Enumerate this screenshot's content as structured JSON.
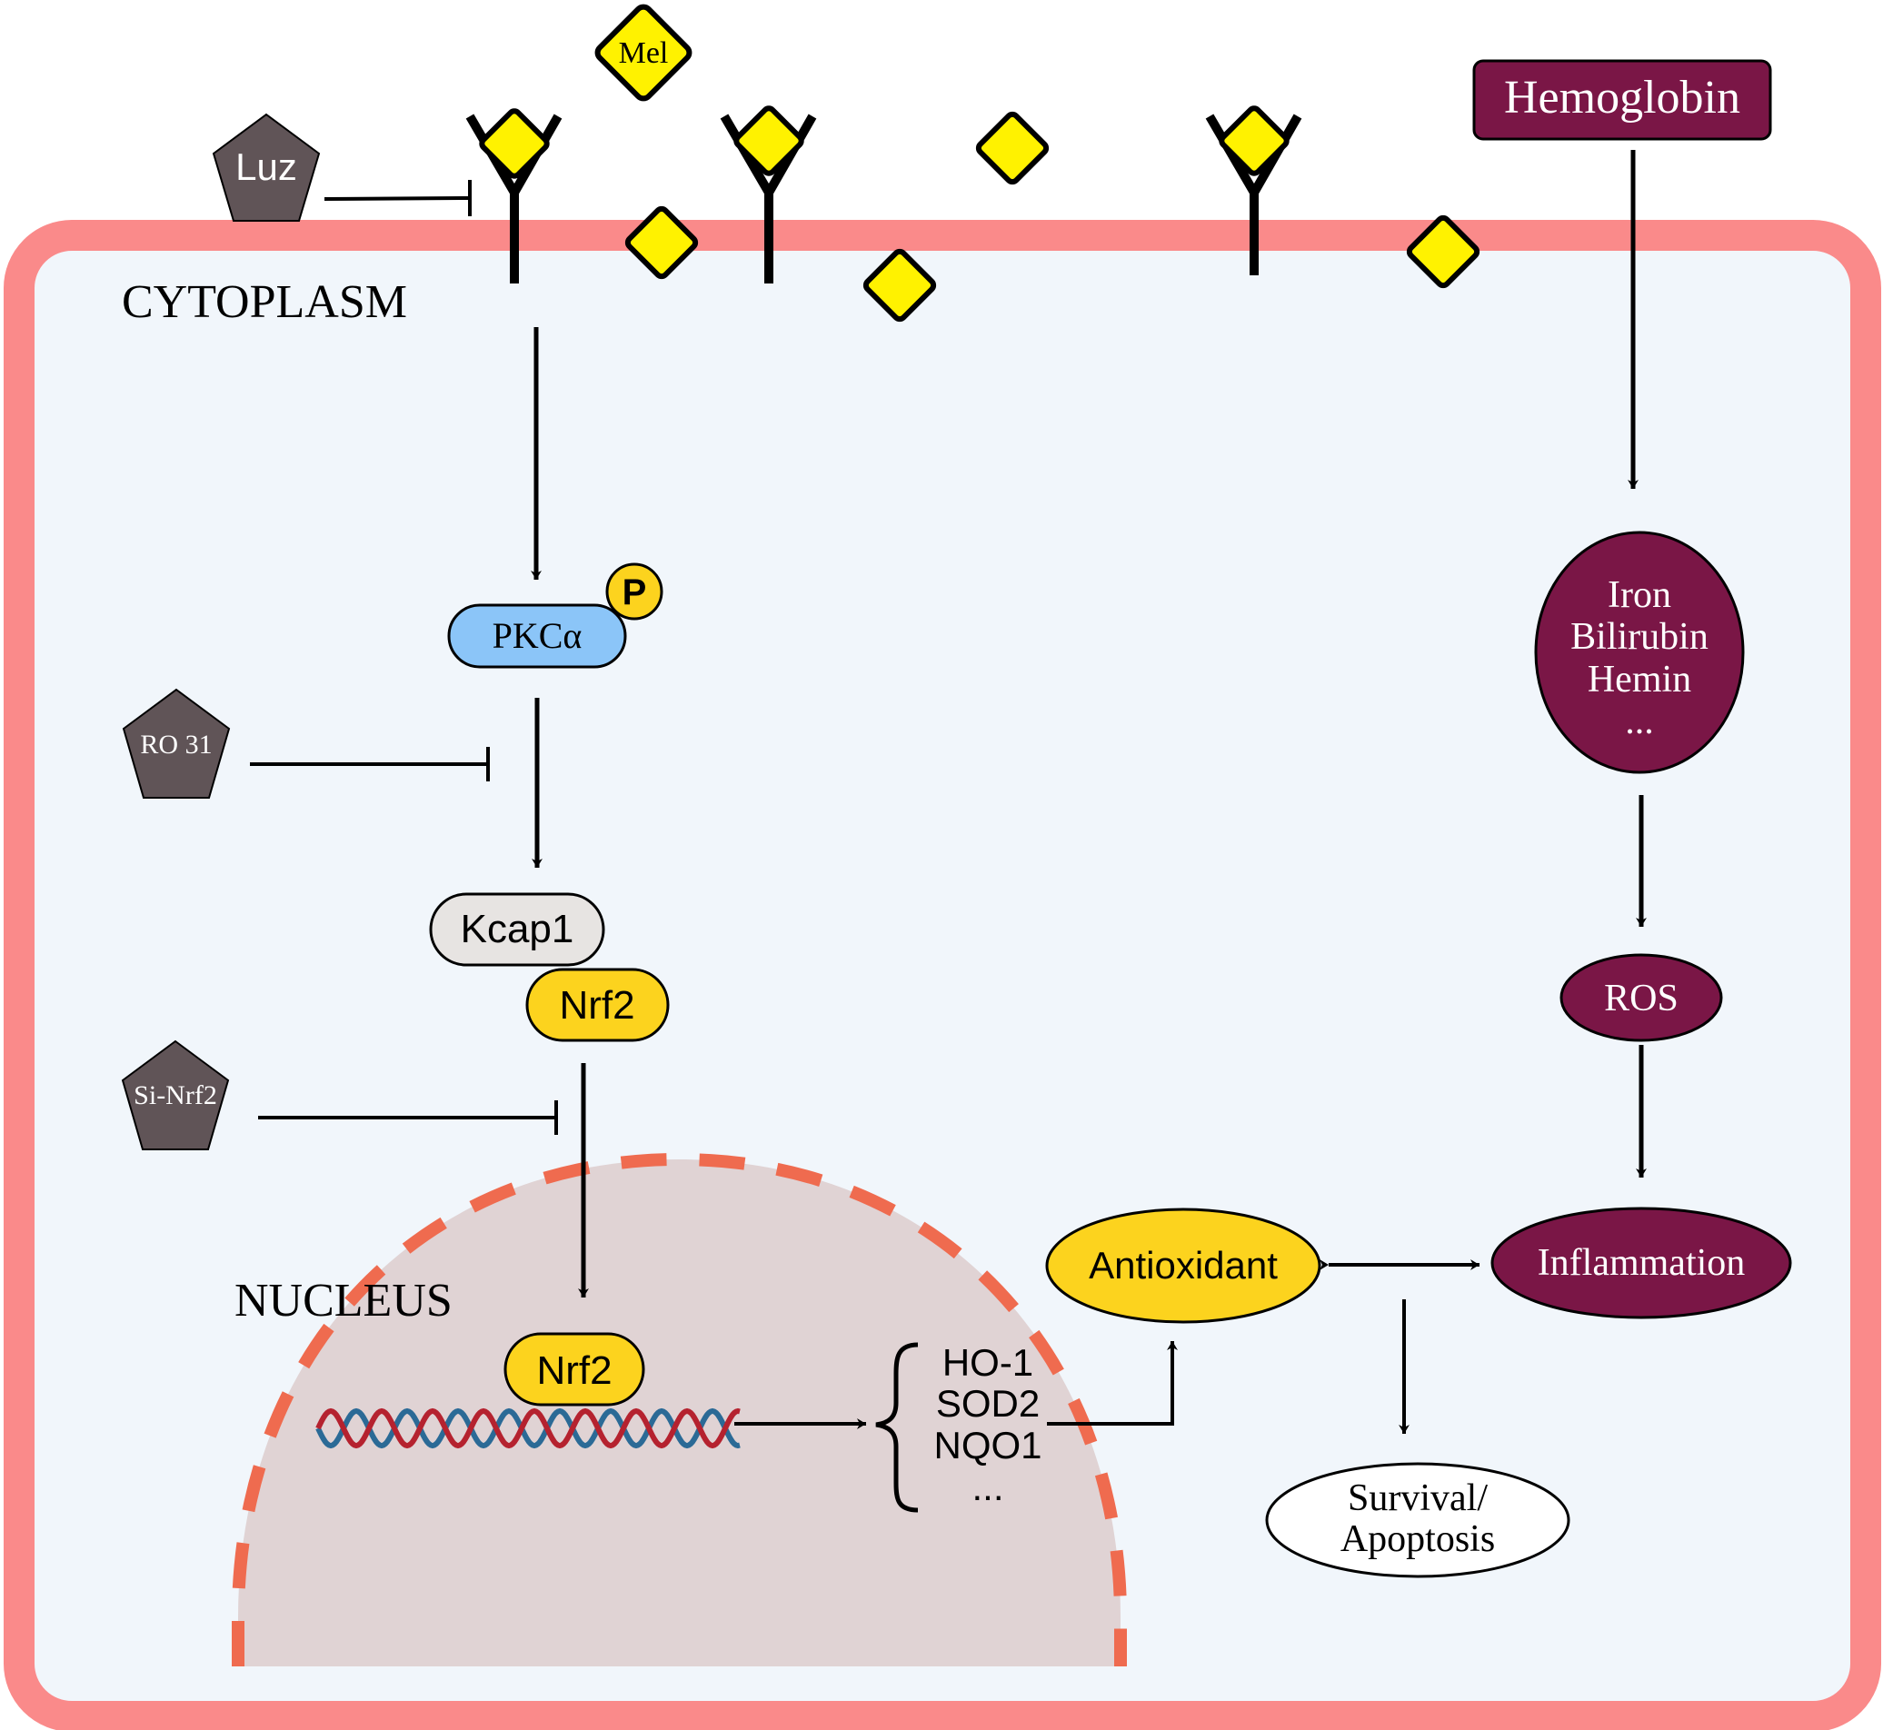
{
  "labels": {
    "ligand": "Mel",
    "luz": "Luz",
    "hemoglobin": "Hemoglobin",
    "cytoplasm": "CYTOPLASM",
    "pkc": "PKCα",
    "phospho": "P",
    "ro31": "RO 31",
    "kcap1": "Kcap1",
    "nrf2_cyto": "Nrf2",
    "si_nrf2": "Si-Nrf2",
    "nucleus": "NUCLEUS",
    "nrf2_nuc": "Nrf2",
    "genes": [
      "HO-1",
      "SOD2",
      "NQO1",
      "..."
    ],
    "antioxidant": "Antioxidant",
    "inflammation": "Inflammation",
    "survival_line1": "Survival/",
    "survival_line2": "Apoptosis",
    "heme_products": [
      "Iron",
      "Bilirubin",
      "Hemin",
      "..."
    ],
    "ros": "ROS"
  },
  "colors": {
    "membrane": "#fa8a8a",
    "cytoplasm": "#f1f6fb",
    "nucleus_fill": "#e0d3d4",
    "nucleus_border": "#ef6b4f",
    "ligand": "#fff200",
    "inhibitor": "#605457",
    "maroon": "#7a1646",
    "pkc": "#8bc5f8",
    "kcap1": "#e7e4e2",
    "nrf2": "#fcd31e",
    "dna_red": "#b5222f",
    "dna_blue": "#2b6a96"
  },
  "icons": {
    "ligand": "yellow-diamond",
    "receptor": "y-shaped-receptor",
    "inhibitor": "pentagon",
    "dna": "double-helix",
    "activation": "arrow",
    "inhibition": "flat-head-bar"
  }
}
